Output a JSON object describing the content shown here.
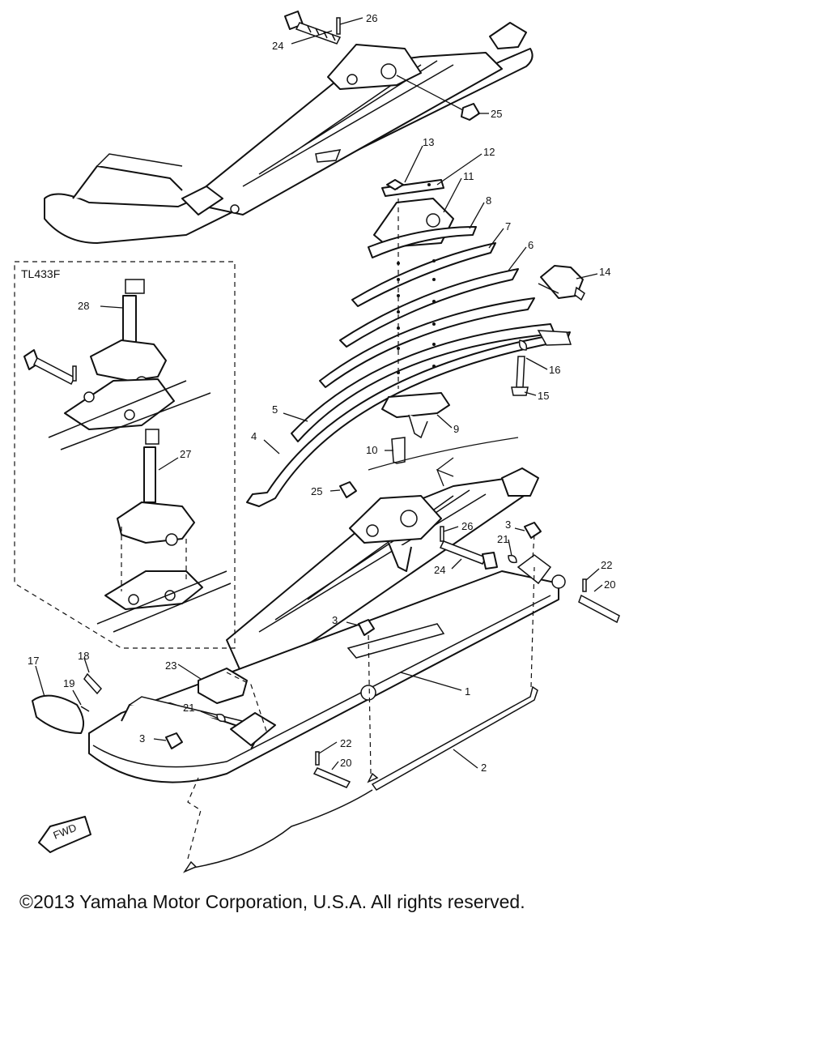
{
  "inset": {
    "title": "TL433F"
  },
  "fwd_label": "FWD",
  "callouts": {
    "p1": "1",
    "p2": "2",
    "p3a": "3",
    "p3b": "3",
    "p3c": "3",
    "p4": "4",
    "p5": "5",
    "p6": "6",
    "p7": "7",
    "p8": "8",
    "p9": "9",
    "p10": "10",
    "p11": "11",
    "p12": "12",
    "p13": "13",
    "p14": "14",
    "p15": "15",
    "p16": "16",
    "p17": "17",
    "p18": "18",
    "p19": "19",
    "p20a": "20",
    "p20b": "20",
    "p21a": "21",
    "p21b": "21",
    "p22a": "22",
    "p22b": "22",
    "p23": "23",
    "p24a": "24",
    "p24b": "24",
    "p25a": "25",
    "p25b": "25",
    "p26a": "26",
    "p26b": "26",
    "p27": "27",
    "p28": "28"
  },
  "copyright": "©2013 Yamaha Motor Corporation, U.S.A. All rights reserved."
}
